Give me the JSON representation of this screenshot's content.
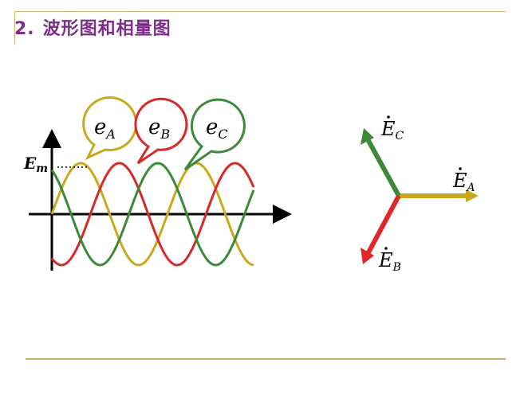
{
  "slide": {
    "title_number": "2.",
    "title_text": "波形图和相量图"
  },
  "waveform": {
    "amplitude_label": "E",
    "amplitude_sub": "m",
    "bubbles": [
      {
        "main": "e",
        "sub": "A",
        "color": "#c9a81e"
      },
      {
        "main": "e",
        "sub": "B",
        "color": "#d42a2a"
      },
      {
        "main": "e",
        "sub": "C",
        "color": "#3a8a3a"
      }
    ]
  },
  "phasor": {
    "labels": [
      {
        "main": "E",
        "sub": "A",
        "color": "#c9a81e"
      },
      {
        "main": "E",
        "sub": "B",
        "color": "#e02626"
      },
      {
        "main": "E",
        "sub": "C",
        "color": "#3a8a3a"
      }
    ]
  }
}
